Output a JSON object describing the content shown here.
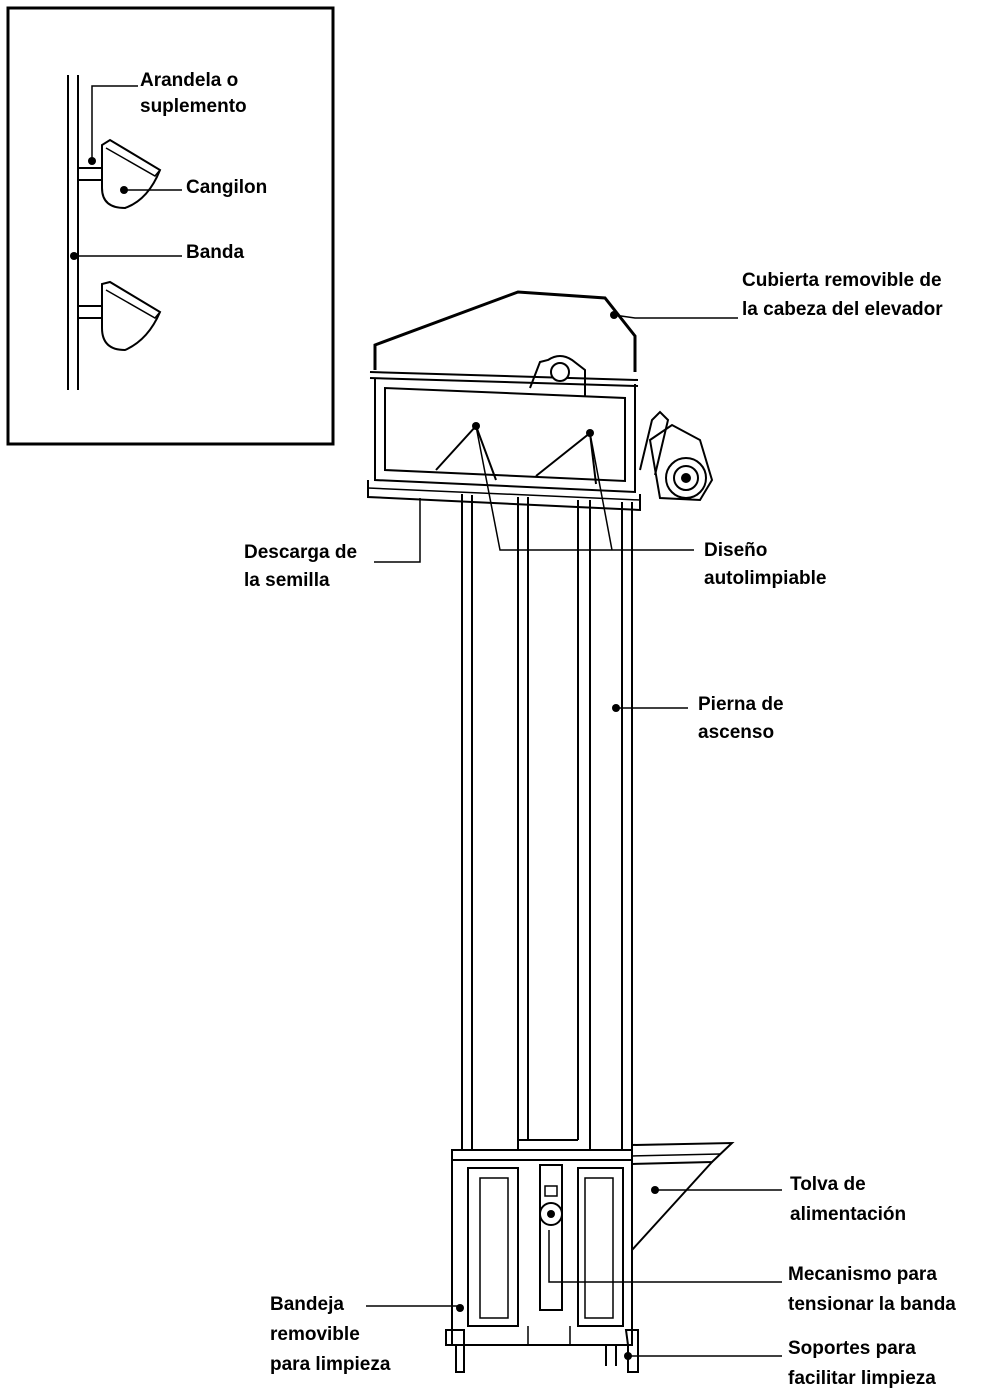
{
  "inset": {
    "labels": {
      "arandela_line1": "Arandela o",
      "arandela_line2": "suplemento",
      "cangilon": "Cangilon",
      "banda": "Banda"
    }
  },
  "labels": {
    "cubierta_line1": "Cubierta removible de",
    "cubierta_line2": "la cabeza del elevador",
    "descarga_line1": "Descarga de",
    "descarga_line2": "la semilla",
    "diseno_line1": "Diseño",
    "diseno_line2": "autolimpiable",
    "pierna_line1": "Pierna de",
    "pierna_line2": "ascenso",
    "tolva_line1": "Tolva de",
    "tolva_line2": "alimentación",
    "mecanismo_line1": "Mecanismo para",
    "mecanismo_line2": "tensionar la banda",
    "bandeja_line1": "Bandeja",
    "bandeja_line2": "removible",
    "bandeja_line3": "para limpieza",
    "soportes_line1": "Soportes para",
    "soportes_line2": "facilitar limpieza"
  }
}
